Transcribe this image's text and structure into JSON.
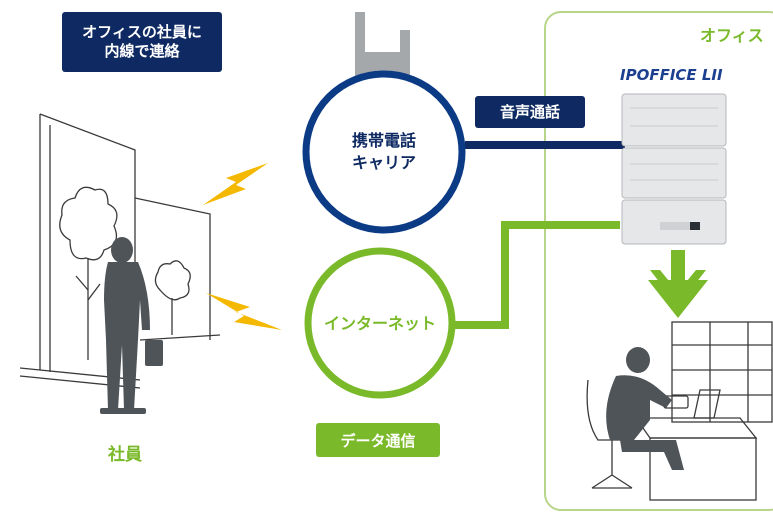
{
  "callout": {
    "text": "オフィスの社員に\n内線で連絡"
  },
  "employee": {
    "label": "社員"
  },
  "carrier": {
    "label": "携帯電話\nキャリア"
  },
  "internet": {
    "label": "インターネット"
  },
  "links": {
    "voice": "音声通話",
    "data": "データ通信"
  },
  "office": {
    "title": "オフィス"
  },
  "product": {
    "logo": "IPOFFICE LII"
  },
  "colors": {
    "navy": "#0f2a63",
    "carrier_ring": "#0c3b86",
    "green": "#7ab929",
    "lightning": "#f5b800",
    "office_border": "#b8d68a",
    "person": "#4f5458",
    "pbx_body": "#e6e7e9"
  }
}
